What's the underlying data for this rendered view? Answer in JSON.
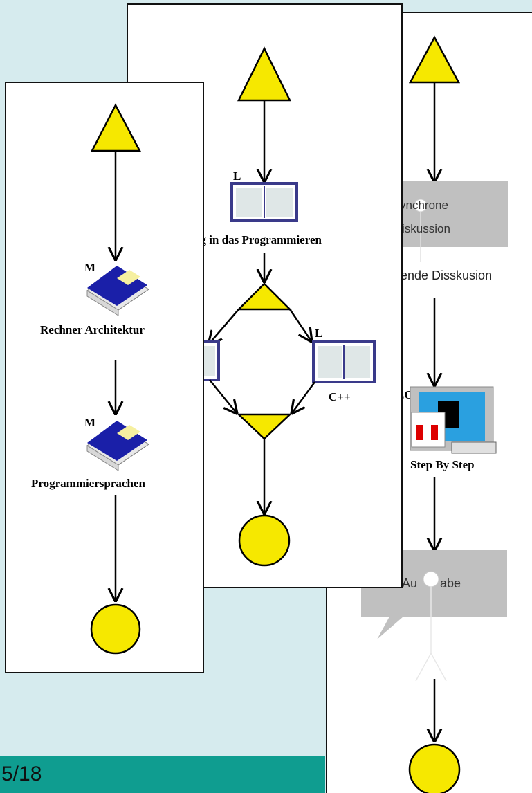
{
  "slide": {
    "page_number": "5/18",
    "footer_color": "#0f9d90",
    "background_color": "#d6ebee"
  },
  "colors": {
    "start_triangle": "#f6e800",
    "end_circle": "#f6e800",
    "module_book": "#1a1fa8",
    "lesson_frame": "#3a3a8a",
    "speech_box": "#c0c0c0"
  },
  "panel_left": {
    "nodes": [
      {
        "type": "start",
        "icon": "triangle-icon"
      },
      {
        "type": "module",
        "tag": "M",
        "label": "Rechner Architektur",
        "icon": "book-icon"
      },
      {
        "type": "module",
        "tag": "M",
        "label": "Programmiersprachen",
        "icon": "book-icon"
      },
      {
        "type": "end",
        "icon": "circle-icon"
      }
    ]
  },
  "panel_middle": {
    "nodes": [
      {
        "type": "start",
        "icon": "triangle-icon"
      },
      {
        "type": "lesson",
        "tag": "L",
        "label": "ng in das Programmieren",
        "icon": "document-icon"
      },
      {
        "type": "split",
        "icon": "fork-triangle-icon"
      },
      {
        "type": "lesson",
        "tag": "",
        "label": "",
        "icon": "document-icon"
      },
      {
        "type": "lesson",
        "tag": "L",
        "label": "C++",
        "icon": "document-icon"
      },
      {
        "type": "join",
        "icon": "join-triangle-icon"
      },
      {
        "type": "end",
        "icon": "circle-icon"
      }
    ]
  },
  "panel_right": {
    "nodes": [
      {
        "type": "start",
        "icon": "triangle-icon"
      },
      {
        "type": "discussion",
        "label_line1": "ynchrone",
        "label_line2": "iskussion",
        "caption": "ende Disskusion",
        "icon": "person-icon"
      },
      {
        "type": "lov",
        "tag": "LOV",
        "label": "Step By Step",
        "icon": "computer-icon"
      },
      {
        "type": "task",
        "label_left": "Au",
        "label_right": "abe",
        "icon": "person-icon"
      },
      {
        "type": "end",
        "icon": "circle-icon"
      }
    ]
  }
}
